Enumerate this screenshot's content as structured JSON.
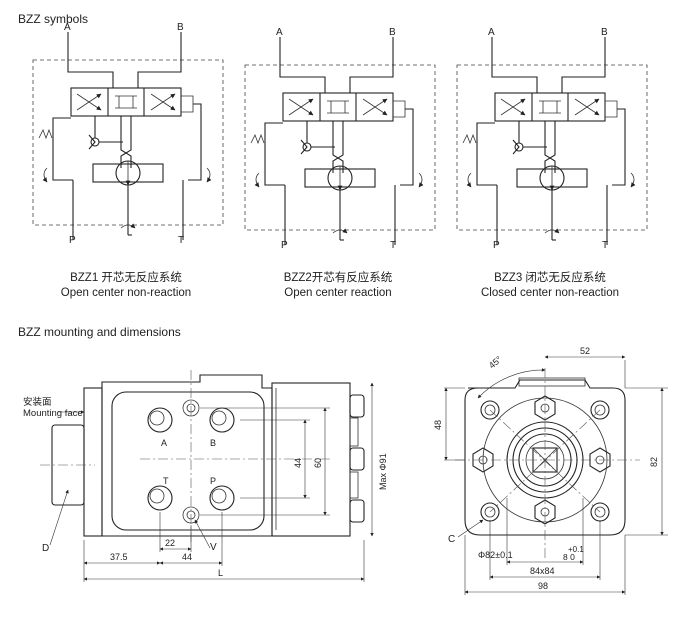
{
  "sections": {
    "symbols_title": "BZZ symbols",
    "mounting_title": "BZZ mounting and dimensions"
  },
  "symbols": [
    {
      "port_a": "A",
      "port_b": "B",
      "port_p": "P",
      "port_t": "T",
      "cn": "BZZ1 开芯无反应系统",
      "en": "Open center non-reaction"
    },
    {
      "port_a": "A",
      "port_b": "B",
      "port_p": "P",
      "port_t": "T",
      "cn": "BZZ2开芯有反应系统",
      "en": "Open center reaction"
    },
    {
      "port_a": "A",
      "port_b": "B",
      "port_p": "P",
      "port_t": "T",
      "cn": "BZZ3 闭芯无反应系统",
      "en": "Closed center non-reaction"
    }
  ],
  "side_view": {
    "label_mounting_cn": "安装面",
    "label_mounting_en": "Mounting face",
    "port_a": "A",
    "port_b": "B",
    "port_t": "T",
    "port_p": "P",
    "label_d": "D",
    "label_v": "V",
    "dim_37_5": "37.5",
    "dim_22": "22",
    "dim_44_bottom": "44",
    "dim_l": "L",
    "dim_44_vert": "44",
    "dim_60": "60",
    "dim_max": "Max Φ91"
  },
  "front_view": {
    "angle": "45°",
    "dim_52": "52",
    "dim_48": "48",
    "dim_82": "82",
    "label_c": "C",
    "dim_bore": "Φ82±0.1",
    "tol_top": "+0.1",
    "tol_bottom": "8 0",
    "dim_84x84": "84x84",
    "dim_98": "98"
  }
}
